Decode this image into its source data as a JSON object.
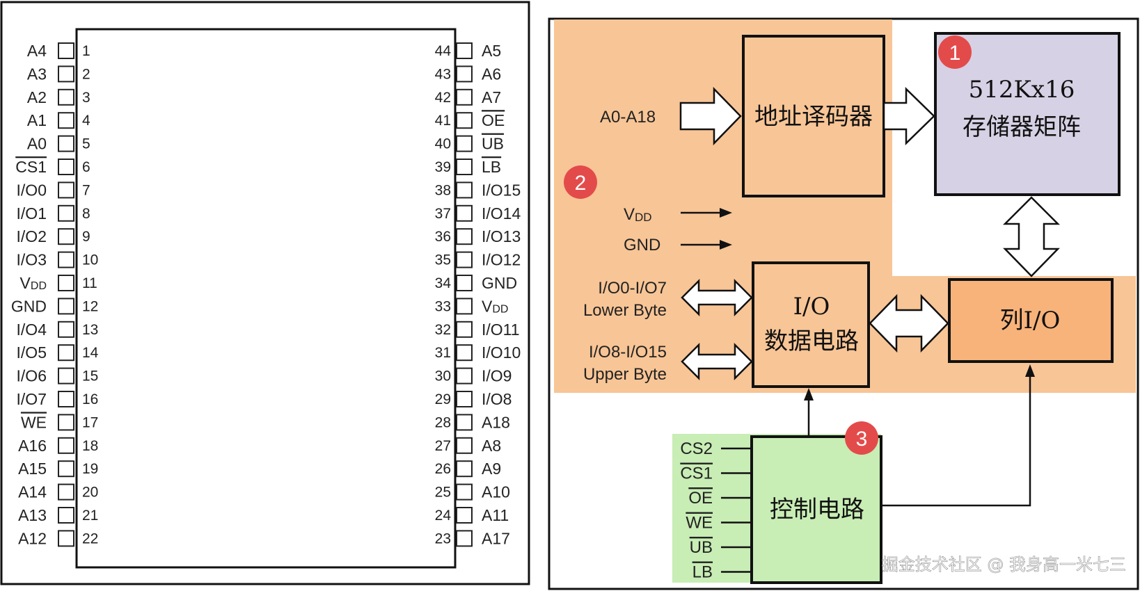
{
  "colors": {
    "orange_region": "#f8c596",
    "green_region": "#c8edb5",
    "memory_fill": "#d6d1e4",
    "column_fill": "#f7b37a",
    "badge": "#e34b4b",
    "stroke": "#111111"
  },
  "pinout": {
    "left_pins": [
      {
        "num": "1",
        "name": "A4"
      },
      {
        "num": "2",
        "name": "A3"
      },
      {
        "num": "3",
        "name": "A2"
      },
      {
        "num": "4",
        "name": "A1"
      },
      {
        "num": "5",
        "name": "A0"
      },
      {
        "num": "6",
        "name": "CS1",
        "overline": true
      },
      {
        "num": "7",
        "name": "I/O0"
      },
      {
        "num": "8",
        "name": "I/O1"
      },
      {
        "num": "9",
        "name": "I/O2"
      },
      {
        "num": "10",
        "name": "I/O3"
      },
      {
        "num": "11",
        "name": "V",
        "sub": "DD"
      },
      {
        "num": "12",
        "name": "GND"
      },
      {
        "num": "13",
        "name": "I/O4"
      },
      {
        "num": "14",
        "name": "I/O5"
      },
      {
        "num": "15",
        "name": "I/O6"
      },
      {
        "num": "16",
        "name": "I/O7"
      },
      {
        "num": "17",
        "name": "WE",
        "overline": true
      },
      {
        "num": "18",
        "name": "A16"
      },
      {
        "num": "19",
        "name": "A15"
      },
      {
        "num": "20",
        "name": "A14"
      },
      {
        "num": "21",
        "name": "A13"
      },
      {
        "num": "22",
        "name": "A12"
      }
    ],
    "right_pins": [
      {
        "num": "44",
        "name": "A5"
      },
      {
        "num": "43",
        "name": "A6"
      },
      {
        "num": "42",
        "name": "A7"
      },
      {
        "num": "41",
        "name": "OE",
        "overline": true
      },
      {
        "num": "40",
        "name": "UB",
        "overline": true
      },
      {
        "num": "39",
        "name": "LB",
        "overline": true
      },
      {
        "num": "38",
        "name": "I/O15"
      },
      {
        "num": "37",
        "name": "I/O14"
      },
      {
        "num": "36",
        "name": "I/O13"
      },
      {
        "num": "35",
        "name": "I/O12"
      },
      {
        "num": "34",
        "name": "GND"
      },
      {
        "num": "33",
        "name": "V",
        "sub": "DD"
      },
      {
        "num": "32",
        "name": "I/O11"
      },
      {
        "num": "31",
        "name": "I/O10"
      },
      {
        "num": "30",
        "name": "I/O9"
      },
      {
        "num": "29",
        "name": "I/O8"
      },
      {
        "num": "28",
        "name": "A18"
      },
      {
        "num": "27",
        "name": "A8"
      },
      {
        "num": "26",
        "name": "A9"
      },
      {
        "num": "25",
        "name": "A10"
      },
      {
        "num": "24",
        "name": "A11"
      },
      {
        "num": "23",
        "name": "A17"
      }
    ]
  },
  "block": {
    "address_in": "A0-A18",
    "decoder": "地址译码器",
    "memory_line1": "512Kx16",
    "memory_line2": "存储器矩阵",
    "vdd_main": "V",
    "vdd_sub": "DD",
    "gnd": "GND",
    "io_low_line1": "I/O0-I/O7",
    "io_low_line2": "Lower Byte",
    "io_high_line1": "I/O8-I/O15",
    "io_high_line2": "Upper Byte",
    "io_block_line1": "I/O",
    "io_block_line2": "数据电路",
    "column_io": "列I/O",
    "control": "控制电路",
    "control_signals": [
      {
        "name": "CS2",
        "overline": false
      },
      {
        "name": "CS1",
        "overline": true
      },
      {
        "name": "OE",
        "overline": true
      },
      {
        "name": "WE",
        "overline": true
      },
      {
        "name": "UB",
        "overline": true
      },
      {
        "name": "LB",
        "overline": true
      }
    ],
    "badges": [
      "1",
      "2",
      "3"
    ]
  },
  "watermark": "掘金技术社区 @ 我身高一米七三"
}
